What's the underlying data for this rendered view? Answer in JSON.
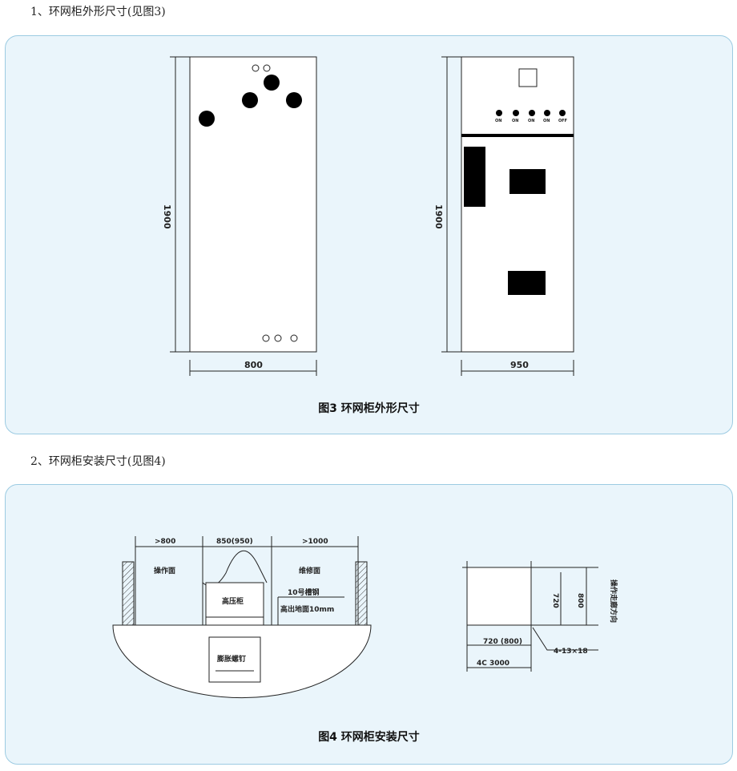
{
  "section1": {
    "heading": "1、环网柜外形尺寸(见图3)",
    "caption": "图3 环网柜外形尺寸",
    "left": {
      "height": "1900",
      "width": "800"
    },
    "right": {
      "height": "1900",
      "width": "950",
      "indicator_labels": [
        "ON",
        "ON",
        "ON",
        "ON",
        "OFF"
      ]
    }
  },
  "section2": {
    "heading": "2、环网柜安装尺寸(见图4)",
    "caption": "图4 环网柜安装尺寸",
    "plan": {
      "dim_left": ">800",
      "dim_mid": "850(950)",
      "dim_right": ">1000",
      "area_left": "操作面",
      "area_right": "维修面",
      "cabinet": "高压柜",
      "channel": "10号槽钢",
      "channel_note": "高出地面10mm",
      "bolt": "膨胀螺钉"
    },
    "base": {
      "dim_h1": "720",
      "dim_h2": "800",
      "dim_w1": "720 (800)",
      "dim_w2": "4C 3000",
      "holes": "4-13×18",
      "direction": "操作走廊方向"
    }
  }
}
